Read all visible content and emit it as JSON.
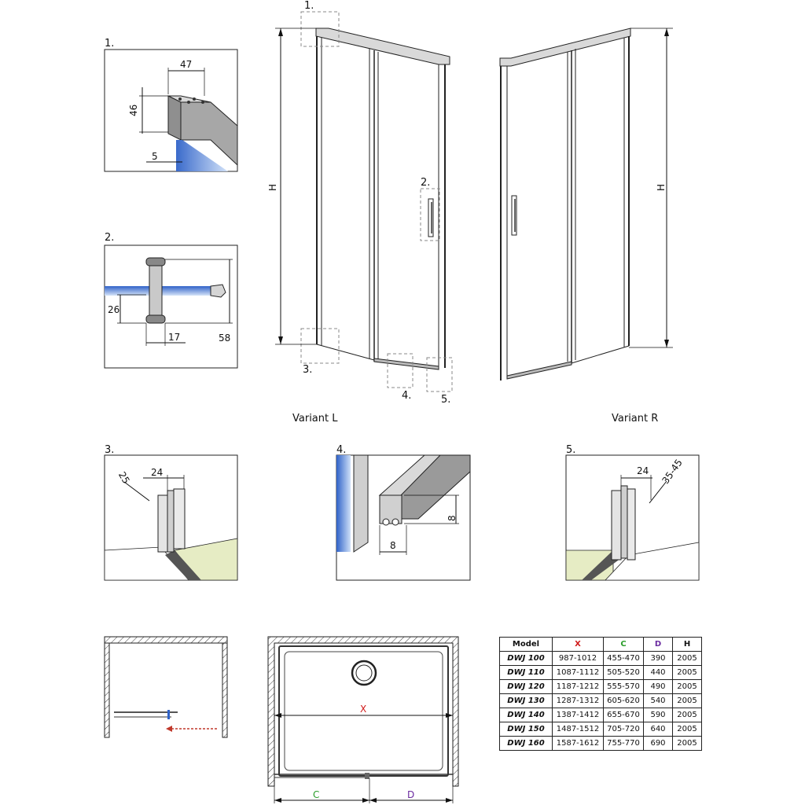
{
  "colors": {
    "x_header": "#d01a1a",
    "c_header": "#2a9d2a",
    "d_header": "#6a2aa0",
    "arrow_red": "#c0392b",
    "glass_blue": "#3a78d8",
    "floor_green": "#e6ecc4"
  },
  "detail_labels": {
    "d1": "1.",
    "d2": "2.",
    "d3": "3.",
    "d4": "4.",
    "d5": "5."
  },
  "callouts": {
    "c1": "1.",
    "c2": "2.",
    "c3": "3.",
    "c4": "4.",
    "c5": "5."
  },
  "variants": {
    "left": "Variant L",
    "right": "Variant R"
  },
  "height_label": "H",
  "detail1": {
    "width": "47",
    "height": "46",
    "glass_gap": "5"
  },
  "detail2": {
    "a": "26",
    "b": "17",
    "c": "58"
  },
  "detail3": {
    "a": "25",
    "b": "24"
  },
  "detail4": {
    "a": "8",
    "b": "8"
  },
  "detail5": {
    "a": "24",
    "b": "35-45"
  },
  "plan": {
    "x": "X",
    "c": "C",
    "d": "D"
  },
  "table": {
    "headers": [
      "Model",
      "X",
      "C",
      "D",
      "H"
    ],
    "rows": [
      [
        "DWJ 100",
        "987-1012",
        "455-470",
        "390",
        "2005"
      ],
      [
        "DWJ 110",
        "1087-1112",
        "505-520",
        "440",
        "2005"
      ],
      [
        "DWJ 120",
        "1187-1212",
        "555-570",
        "490",
        "2005"
      ],
      [
        "DWJ 130",
        "1287-1312",
        "605-620",
        "540",
        "2005"
      ],
      [
        "DWJ 140",
        "1387-1412",
        "655-670",
        "590",
        "2005"
      ],
      [
        "DWJ 150",
        "1487-1512",
        "705-720",
        "640",
        "2005"
      ],
      [
        "DWJ 160",
        "1587-1612",
        "755-770",
        "690",
        "2005"
      ]
    ]
  }
}
